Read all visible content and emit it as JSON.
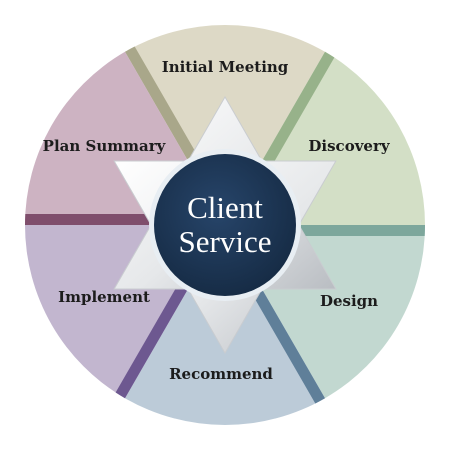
{
  "diagram": {
    "center": {
      "line1": "Client",
      "line2": "Service",
      "fill": "#1b3350",
      "ring": "#e8eef3"
    },
    "segments": [
      {
        "label": "Initial Meeting",
        "fill": "#ddd9c6",
        "edge": "#a9a78a"
      },
      {
        "label": "Discovery",
        "fill": "#d3dfc6",
        "edge": "#97b28a"
      },
      {
        "label": "Design",
        "fill": "#c2d8d0",
        "edge": "#7da79c"
      },
      {
        "label": "Recommend",
        "fill": "#bccbd8",
        "edge": "#5f7f99"
      },
      {
        "label": "Implement",
        "fill": "#c2b6cf",
        "edge": "#6d5890"
      },
      {
        "label": "Plan Summary",
        "fill": "#cdb3c2",
        "edge": "#7f4e6c"
      }
    ]
  }
}
